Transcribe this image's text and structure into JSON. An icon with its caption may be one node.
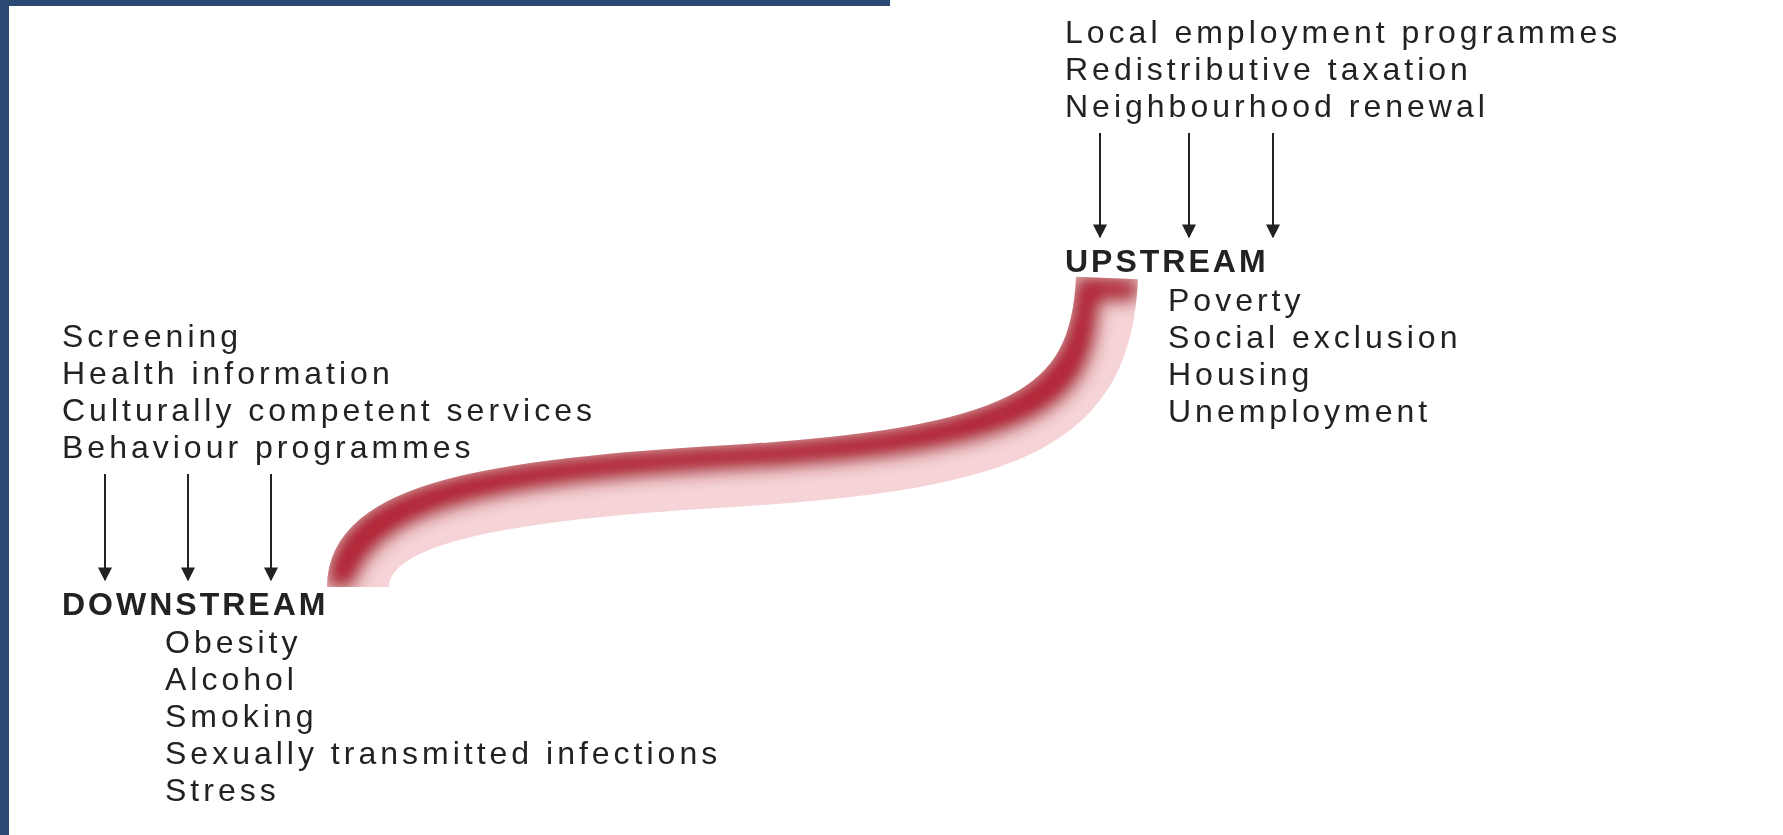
{
  "diagram": {
    "nodes": [
      {
        "text": [
          "Local employment programmes",
          "Redistributive taxation",
          "Neighbourhood renewal"
        ]
      },
      {
        "text": [
          "UPSTREAM"
        ]
      },
      {
        "text": [
          "Poverty",
          "Social exclusion",
          "Housing",
          "Unemployment"
        ]
      },
      {
        "text": [
          "Screening",
          "Health information",
          "Culturally competent services",
          "Behaviour programmes"
        ]
      },
      {
        "text": [
          "DOWNSTREAM"
        ]
      },
      {
        "text": [
          "Obesity",
          "Alcohol",
          "Smoking",
          "Sexually transmitted infections",
          "Stress"
        ]
      }
    ],
    "edges": [
      {
        "from": 0,
        "to": 1,
        "arrow": "to"
      },
      {
        "from": 0,
        "to": 1,
        "arrow": "to"
      },
      {
        "from": 0,
        "to": 1,
        "arrow": "to"
      },
      {
        "from": 3,
        "to": 4,
        "arrow": "to"
      },
      {
        "from": 3,
        "to": 4,
        "arrow": "to"
      },
      {
        "from": 3,
        "to": 4,
        "arrow": "to"
      },
      {
        "from": 1,
        "to": 4,
        "arrow": "none",
        "style": "thick",
        "color": "#b3283a"
      }
    ]
  }
}
